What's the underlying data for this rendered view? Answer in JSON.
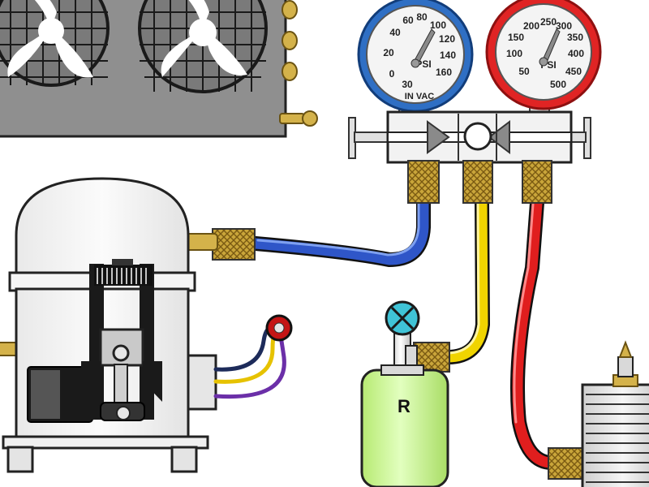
{
  "low_gauge": {
    "ring_color": "#2f6fc4",
    "scale": [
      "0",
      "20",
      "40",
      "60",
      "80",
      "100",
      "120",
      "140",
      "160"
    ],
    "inner_label": "PSI",
    "vac_left": "30",
    "vac_label": "IN VAC"
  },
  "high_gauge": {
    "ring_color": "#e02424",
    "scale": [
      "50",
      "100",
      "150",
      "200",
      "250",
      "300",
      "350",
      "400",
      "450",
      "500"
    ],
    "inner_label": "PSI"
  },
  "refrigerant_tank": {
    "label": "R",
    "color": "#c9f28d"
  },
  "hoses": {
    "low_side_color": "#2f56c8",
    "charging_color": "#f0d400",
    "high_side_color": "#e01e1e"
  },
  "compressor_wires": [
    "#1d2b5a",
    "#e6c200",
    "#6b2fa8"
  ],
  "icons": [
    "condenser-fan-icon",
    "manifold-valve-icon",
    "vacuum-pump-icon"
  ]
}
